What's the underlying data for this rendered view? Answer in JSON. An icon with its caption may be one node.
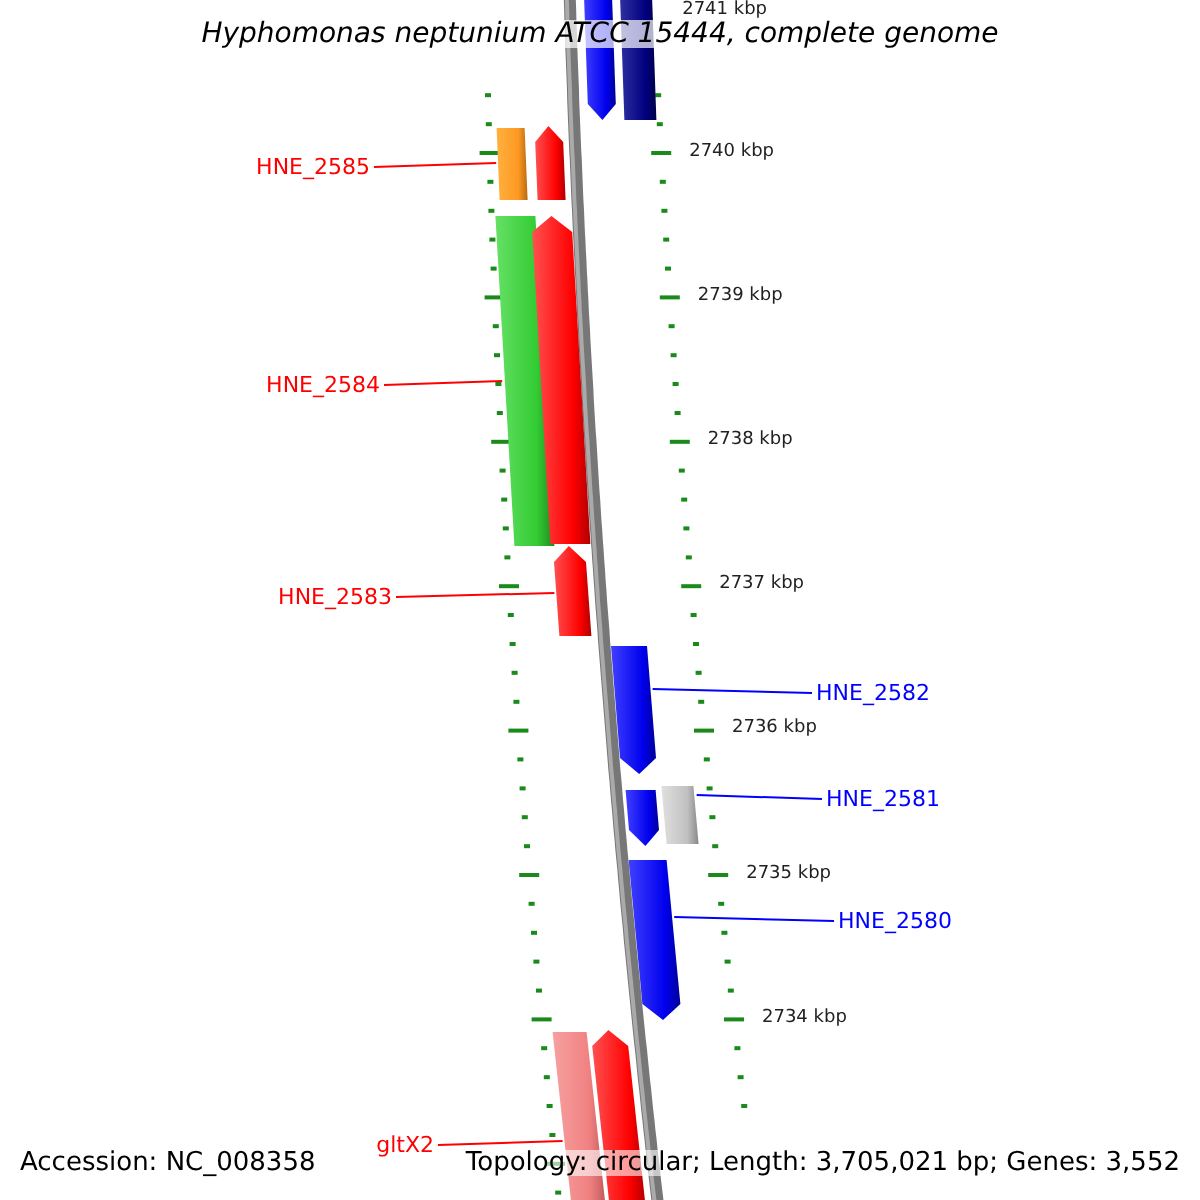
{
  "diagram": {
    "title": "Hyphomonas neptunium ATCC 15444, complete genome",
    "nodes": [
      {
        "text": [],
        "shape": "pentagon"
      },
      {
        "text": [],
        "shape": "box"
      },
      {
        "text": [
          "HNE_2585"
        ]
      },
      {
        "text": [],
        "shape": "box"
      },
      {
        "text": [],
        "shape": "pentagon"
      },
      {
        "text": [
          "HNE_2584"
        ]
      },
      {
        "text": [],
        "shape": "box"
      },
      {
        "text": [],
        "shape": "pentagon"
      },
      {
        "text": [
          "HNE_2583"
        ]
      },
      {
        "text": [],
        "shape": "pentagon"
      },
      {
        "text": [],
        "shape": "pentagon"
      },
      {
        "text": [
          "HNE_2582"
        ]
      },
      {
        "text": [],
        "shape": "pentagon"
      },
      {
        "text": [],
        "shape": "box"
      },
      {
        "text": [
          "HNE_2581"
        ]
      },
      {
        "text": [],
        "shape": "pentagon"
      },
      {
        "text": [
          "HNE_2580"
        ]
      },
      {
        "text": [],
        "shape": "box"
      },
      {
        "text": [],
        "shape": "pentagon"
      },
      {
        "text": [
          "gltX2"
        ]
      }
    ],
    "edges": [
      {
        "from": 2,
        "to": 3,
        "arrow": "none"
      },
      {
        "from": 5,
        "to": 6,
        "arrow": "none"
      },
      {
        "from": 8,
        "to": 9,
        "arrow": "none"
      },
      {
        "from": 11,
        "to": 10,
        "arrow": "none",
        "color": "#0000ff"
      },
      {
        "from": 14,
        "to": 13,
        "arrow": "none",
        "color": "#0000ff"
      },
      {
        "from": 16,
        "to": 15,
        "arrow": "none",
        "color": "#0000ff"
      },
      {
        "from": 19,
        "to": 17,
        "arrow": "none"
      }
    ],
    "labels": [
      "2741 kbp",
      "2740 kbp",
      "2739 kbp",
      "2738 kbp",
      "2737 kbp",
      "2736 kbp",
      "2735 kbp",
      "2734 kbp",
      "Accession: NC_008358",
      "Topology: circular; Length: 3,705,021 bp; Genes: 3,552"
    ]
  }
}
